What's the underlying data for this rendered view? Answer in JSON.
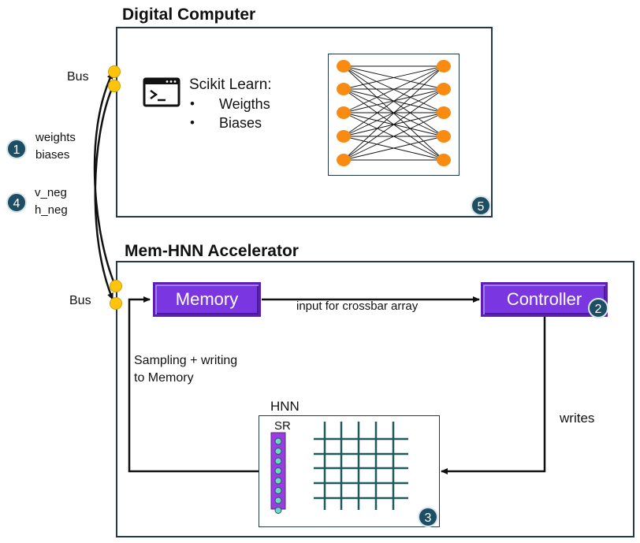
{
  "digital": {
    "title": "Digital Computer",
    "scikit_title": "Scikit Learn:",
    "bullets": [
      "Weigths",
      "Biases"
    ],
    "badge": "5"
  },
  "accelerator": {
    "title": "Mem-HNN Accelerator",
    "memory_label": "Memory",
    "controller_label": "Controller",
    "controller_badge": "2",
    "arrow_mem_ctrl_label": "input for crossbar array",
    "writes_label": "writes",
    "sampling_label_line1": "Sampling + writing",
    "sampling_label_line2": "to Memory",
    "hnn_label": "HNN",
    "sr_label": "SR",
    "hnn_badge": "3"
  },
  "bus": {
    "top_label": "Bus",
    "bottom_label": "Bus",
    "step1_badge": "1",
    "step1_lines": [
      "weights",
      "biases"
    ],
    "step4_badge": "4",
    "step4_lines": [
      "v_neg",
      "h_neg"
    ]
  },
  "colors": {
    "panel_border": "#23394a",
    "block_purple": "#7a36e0",
    "node_orange": "#f98a12",
    "bus_yellow": "#ffc40c",
    "badge_teal": "#1d4e63",
    "crossbar_teal": "#1f5a5e",
    "sr_cell": "#6fd6c9"
  },
  "icons": [
    "terminal-icon"
  ]
}
